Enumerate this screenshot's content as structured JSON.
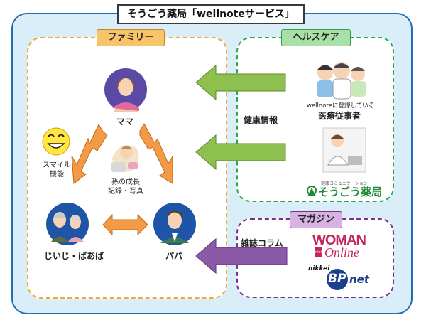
{
  "title": "そうごう薬局「wellnoteサービス」",
  "sections": {
    "family": "ファミリー",
    "healthcare": "ヘルスケア",
    "magazine": "マガジン"
  },
  "family": {
    "mama": "ママ",
    "papa": "パパ",
    "grandparents": "じいじ・ばあば",
    "smile_label_1": "スマイル",
    "smile_label_2": "機能",
    "grandchild_label_1": "孫の成長",
    "grandchild_label_2": "記録・写真"
  },
  "flows": {
    "health_info": "健康情報",
    "magazine_column": "雑誌コラム"
  },
  "healthcare": {
    "registered": "wellnoteに登録している",
    "medical_staff": "医療従事者",
    "pharmacy_small": "健康コミュニケーション",
    "pharmacy_name": "そうごう薬局"
  },
  "magazine": {
    "woman_top": "WOMAN",
    "woman_bottom": "Online",
    "nikkei_small": "nikkei",
    "bp_net": "net",
    "bp": "BP",
    "nikkei_bp": "nikkei"
  },
  "colors": {
    "family_orange": "#f39a46",
    "healthcare_green": "#8ec050",
    "magazine_purple": "#8a5aa8",
    "border_blue": "#1f6fb5"
  }
}
